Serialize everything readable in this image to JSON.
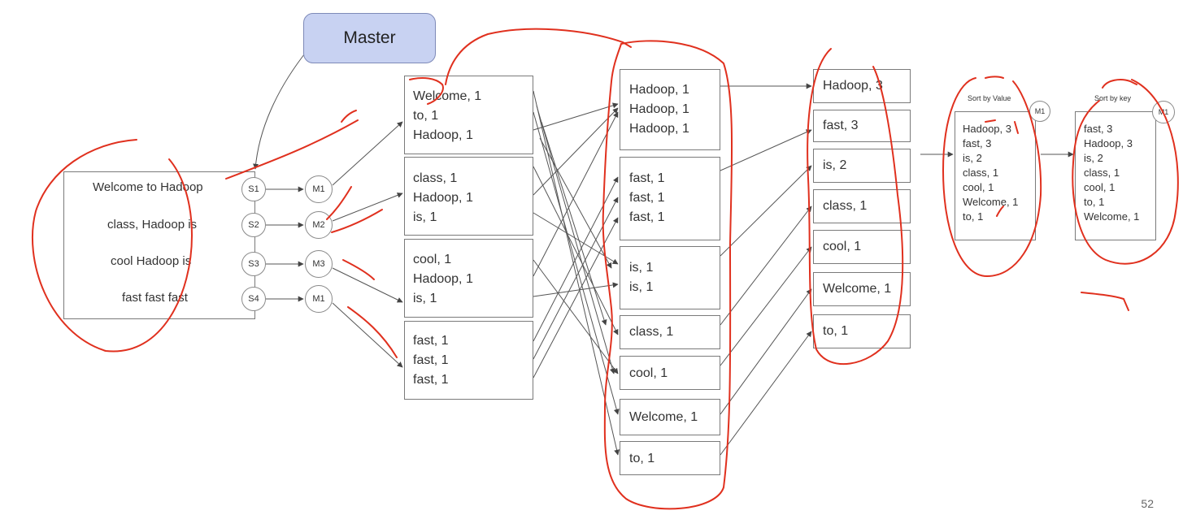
{
  "master": {
    "label": "Master"
  },
  "input_splits": {
    "lines": [
      "Welcome to Hadoop",
      "class, Hadoop is",
      "cool Hadoop is",
      "fast fast fast"
    ],
    "split_ids": [
      "S1",
      "S2",
      "S3",
      "S4"
    ],
    "mapper_ids": [
      "M1",
      "M2",
      "M3",
      "M1"
    ]
  },
  "map_outputs": [
    [
      "Welcome, 1",
      "to, 1",
      "Hadoop, 1"
    ],
    [
      "class, 1",
      "Hadoop, 1",
      "is, 1"
    ],
    [
      "cool, 1",
      "Hadoop, 1",
      "is, 1"
    ],
    [
      "fast, 1",
      "fast, 1",
      "fast, 1"
    ]
  ],
  "shuffle_groups": [
    [
      "Hadoop, 1",
      "Hadoop, 1",
      "Hadoop, 1"
    ],
    [
      "fast, 1",
      "fast, 1",
      "fast, 1"
    ],
    [
      "is, 1",
      "is, 1"
    ],
    [
      "class, 1"
    ],
    [
      "cool, 1"
    ],
    [
      "Welcome, 1"
    ],
    [
      "to, 1"
    ]
  ],
  "reduce_outputs": [
    "Hadoop, 3",
    "fast, 3",
    "is, 2",
    "class, 1",
    "cool, 1",
    "Welcome, 1",
    "to, 1"
  ],
  "sort_by_value": {
    "title": "Sort by Value",
    "mapper": "M1",
    "lines": [
      "Hadoop, 3",
      "fast, 3",
      "is, 2",
      "class, 1",
      "cool, 1",
      "Welcome, 1",
      "to, 1"
    ]
  },
  "sort_by_key": {
    "title": "Sort by key",
    "mapper": "M1",
    "lines": [
      "fast, 3",
      "Hadoop, 3",
      "is, 2",
      "class, 1",
      "cool, 1",
      "to, 1",
      "Welcome, 1"
    ]
  },
  "page_number": "52",
  "colors": {
    "annotation": "#e0301e",
    "master_fill": "#c8d2f2",
    "stroke": "#555555"
  }
}
